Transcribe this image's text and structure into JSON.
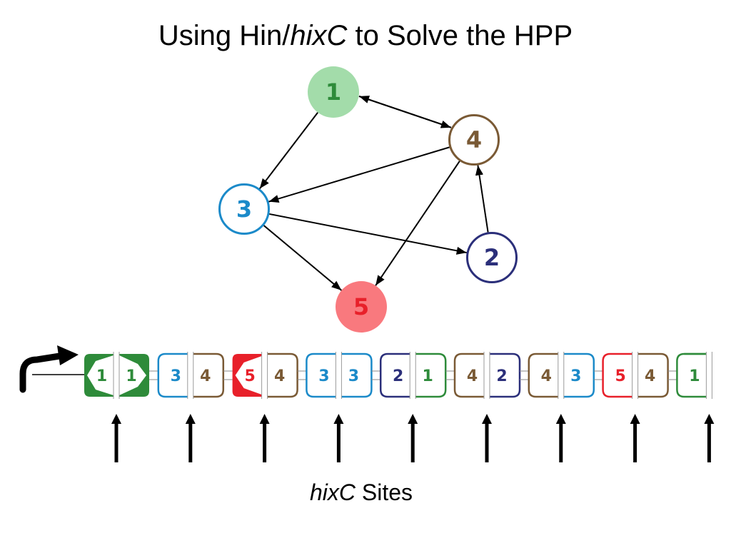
{
  "title": {
    "prefix": "Using Hin/",
    "italic": "hixC",
    "suffix": " to Solve the HPP"
  },
  "caption": {
    "italic": "hixC",
    "suffix": " Sites"
  },
  "colors": {
    "1": "#2e8b3a",
    "2": "#2b2f7a",
    "3": "#1b8ac9",
    "4": "#7a5a35",
    "5": "#e8202a",
    "node1_fill": "#a3dcaa",
    "node5_fill": "#f9797e",
    "dark_green": "#2e8b3a",
    "red": "#e8202a"
  },
  "graph": {
    "nodes": [
      {
        "id": "1",
        "label": "1",
        "style": "filled"
      },
      {
        "id": "4",
        "label": "4",
        "style": "outline"
      },
      {
        "id": "3",
        "label": "3",
        "style": "outline"
      },
      {
        "id": "2",
        "label": "2",
        "style": "outline"
      },
      {
        "id": "5",
        "label": "5",
        "style": "filled"
      }
    ],
    "edges": [
      {
        "from": "4",
        "to": "1"
      },
      {
        "from": "1",
        "to": "4"
      },
      {
        "from": "1",
        "to": "3"
      },
      {
        "from": "4",
        "to": "3"
      },
      {
        "from": "4",
        "to": "5"
      },
      {
        "from": "3",
        "to": "2"
      },
      {
        "from": "3",
        "to": "5"
      },
      {
        "from": "2",
        "to": "4"
      }
    ]
  },
  "construct": {
    "segments": [
      {
        "left": "1",
        "right": "1",
        "style": "start"
      },
      {
        "left": "3",
        "right": "4",
        "style": "normal"
      },
      {
        "left": "5",
        "right": "4",
        "style": "red-start"
      },
      {
        "left": "3",
        "right": "3",
        "style": "normal"
      },
      {
        "left": "2",
        "right": "1",
        "style": "normal"
      },
      {
        "left": "4",
        "right": "2",
        "style": "normal"
      },
      {
        "left": "4",
        "right": "3",
        "style": "normal"
      },
      {
        "left": "5",
        "right": "4",
        "style": "normal"
      },
      {
        "left": "1",
        "right": "",
        "style": "end"
      }
    ],
    "hix_site_count": 9
  }
}
